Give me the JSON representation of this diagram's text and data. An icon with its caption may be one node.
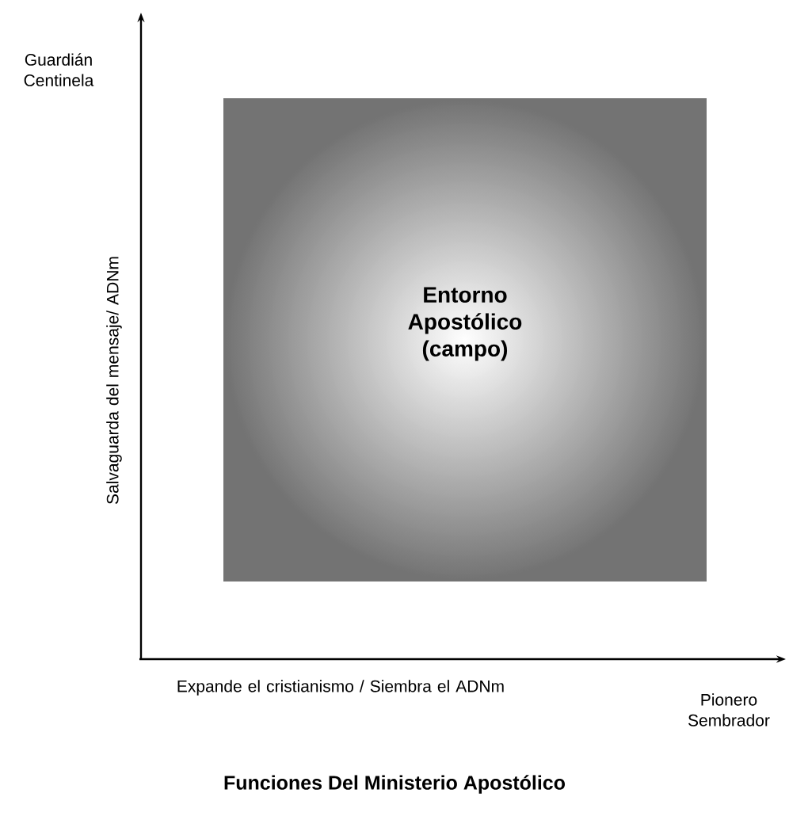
{
  "diagram": {
    "title": "Funciones Del Ministerio Apostólico",
    "nodes": [
      {
        "text": [
          "Entorno Apostólico (campo)"
        ]
      }
    ],
    "labels": [
      "Guardián Centinela",
      "Salvaguarda del mensaje/ ADNm",
      "Expande el cristianismo / Siembra el ADNm",
      "Pionero Sembrador"
    ]
  }
}
